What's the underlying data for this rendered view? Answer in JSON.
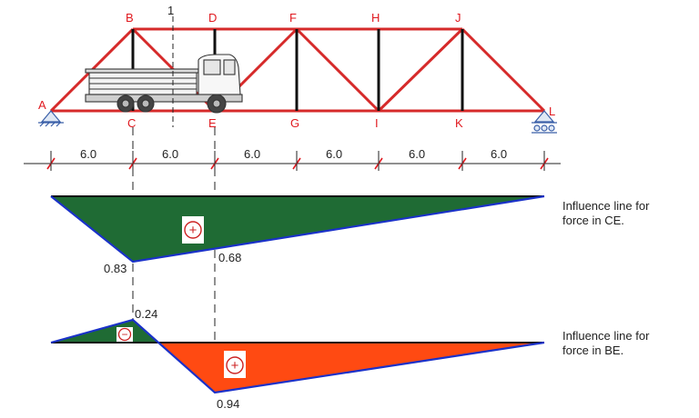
{
  "truss": {
    "top_nodes": [
      "B",
      "D",
      "F",
      "H",
      "J"
    ],
    "bottom_nodes": [
      "A",
      "C",
      "E",
      "G",
      "I",
      "K",
      "L"
    ],
    "section_mark": "1"
  },
  "dimensions": {
    "panel_labels": [
      "6.0",
      "6.0",
      "6.0",
      "6.0",
      "6.0",
      "6.0"
    ]
  },
  "influence_ce": {
    "caption_line1": "Influence line for",
    "caption_line2": "force in CE.",
    "value_c": "0.83",
    "value_e": "0.68",
    "sign": "+"
  },
  "influence_be": {
    "caption_line1": "Influence line for",
    "caption_line2": "force in BE.",
    "value_peak": "0.24",
    "value_min": "0.94",
    "sign_negative": "−",
    "sign_positive": "+"
  },
  "colors": {
    "truss": "#d62a2a",
    "vertical": "#111111",
    "green": "#1f6b34",
    "orange": "#ff4a12",
    "blue": "#1a31c9"
  }
}
